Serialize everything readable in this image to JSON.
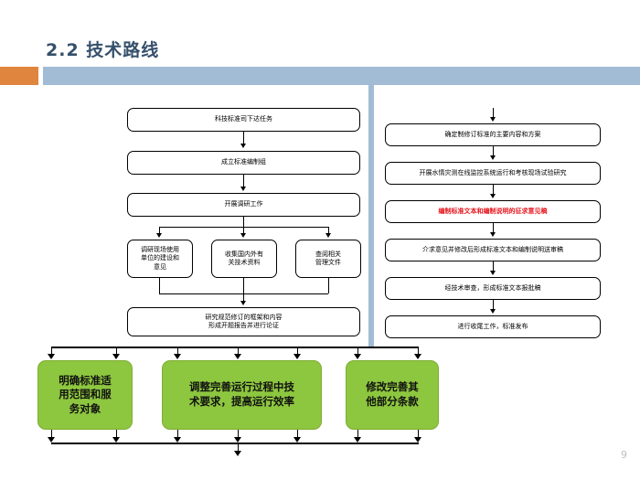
{
  "slide": {
    "title": "2.2  技术路线",
    "page_number": "9",
    "colors": {
      "title": "#35506B",
      "header_accent_orange": "#E0853E",
      "header_bar_blue": "#A3BCD5",
      "divider_blue": "#A3BCD5",
      "green_box": "#8DC63F",
      "red_text": "#E8131B"
    }
  },
  "left_column": {
    "steps": [
      {
        "label": "科技标准司下达任务"
      },
      {
        "label": "成立标准编制组"
      },
      {
        "label": "开展调研工作"
      }
    ],
    "parallel": [
      {
        "label": "调研现场使用\n单位的建设和\n意见"
      },
      {
        "label": "收集国内外有\n关技术资料"
      },
      {
        "label": "查阅相关\n管理文件"
      }
    ],
    "merge": {
      "label": "研究规范修订的框架和内容\n形成开题报告并进行论证"
    }
  },
  "right_column": {
    "steps": [
      {
        "label": "确定制修订标准的主要内容和方案",
        "emphasis": "none"
      },
      {
        "label": "开展水情灾测在线监控系统运行和考核现场试验研究",
        "emphasis": "none"
      },
      {
        "label": "编制标准文本和编制说明的征求意见稿",
        "emphasis": "red"
      },
      {
        "label": "介求意见并修改后形成标准文本和编制说明送审稿",
        "emphasis": "none"
      },
      {
        "label": "经技术审查，形成标准文本报批稿",
        "emphasis": "none"
      },
      {
        "label": "进行收尾工作，标准发布",
        "emphasis": "none"
      }
    ]
  },
  "outcomes": {
    "boxes": [
      {
        "label": "明确标准适\n用范围和服\n务对象"
      },
      {
        "label": "调整完善运行过程中技\n术要求，提高运行效率"
      },
      {
        "label": "修改完善其\n他部分条款"
      }
    ]
  }
}
